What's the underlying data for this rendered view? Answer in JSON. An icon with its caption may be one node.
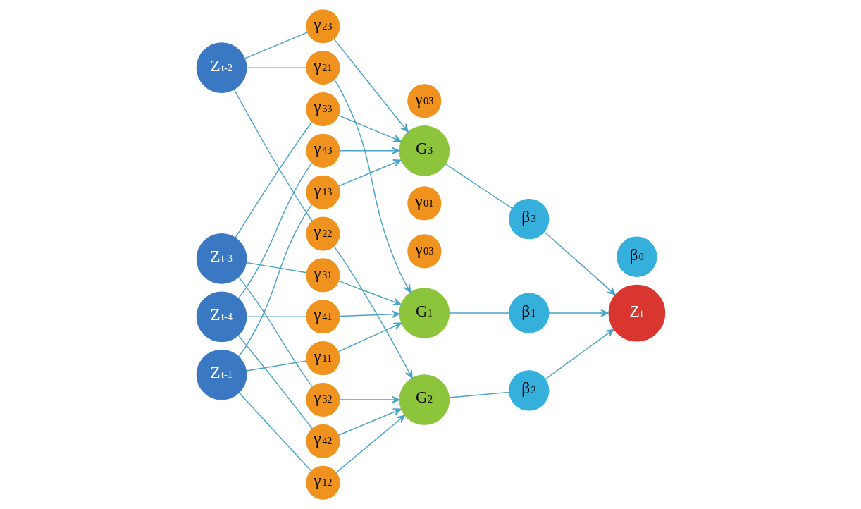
{
  "diagram": {
    "nodes": [
      {
        "text": [
          "Z$_{t-1}$"
        ]
      },
      {
        "text": [
          "Z$_{t-2}$"
        ]
      },
      {
        "text": [
          "Z$_{t-3}$"
        ]
      },
      {
        "text": [
          "Z$_{t-4}$"
        ]
      },
      {
        "text": [
          "γ$_{11}$"
        ]
      },
      {
        "text": [
          "γ$_{12}$"
        ]
      },
      {
        "text": [
          "γ$_{13}$"
        ]
      },
      {
        "text": [
          "γ$_{21}$"
        ]
      },
      {
        "text": [
          "γ$_{22}$"
        ]
      },
      {
        "text": [
          "γ$_{23}$"
        ]
      },
      {
        "text": [
          "γ$_{31}$"
        ]
      },
      {
        "text": [
          "γ$_{32}$"
        ]
      },
      {
        "text": [
          "γ$_{33}$"
        ]
      },
      {
        "text": [
          "γ$_{41}$"
        ]
      },
      {
        "text": [
          "γ$_{42}$"
        ]
      },
      {
        "text": [
          "γ$_{43}$"
        ]
      },
      {
        "text": [
          "γ$_{01}$"
        ]
      },
      {
        "text": [
          "γ$_{03}$"
        ]
      },
      {
        "text": [
          "γ$_{03}$"
        ]
      },
      {
        "text": [
          "G$_{1}$"
        ]
      },
      {
        "text": [
          "G$_{2}$"
        ]
      },
      {
        "text": [
          "G$_{3}$"
        ]
      },
      {
        "text": [
          "β$_{1}$"
        ]
      },
      {
        "text": [
          "β$_{2}$"
        ]
      },
      {
        "text": [
          "β$_{3}$"
        ]
      },
      {
        "text": [
          "β$_{0}$"
        ]
      },
      {
        "text": [
          "Z$_{t}$"
        ]
      }
    ],
    "edges": [
      {
        "from": 0,
        "to": 4,
        "arrow": "none"
      },
      {
        "from": 4,
        "to": 19,
        "arrow": "to"
      },
      {
        "from": 0,
        "to": 5,
        "arrow": "none"
      },
      {
        "from": 5,
        "to": 20,
        "arrow": "to"
      },
      {
        "from": 0,
        "to": 6,
        "arrow": "none"
      },
      {
        "from": 6,
        "to": 21,
        "arrow": "to"
      },
      {
        "from": 1,
        "to": 7,
        "arrow": "none"
      },
      {
        "from": 7,
        "to": 19,
        "arrow": "to"
      },
      {
        "from": 1,
        "to": 8,
        "arrow": "none"
      },
      {
        "from": 8,
        "to": 20,
        "arrow": "to"
      },
      {
        "from": 1,
        "to": 9,
        "arrow": "none"
      },
      {
        "from": 9,
        "to": 21,
        "arrow": "to"
      },
      {
        "from": 2,
        "to": 10,
        "arrow": "none"
      },
      {
        "from": 10,
        "to": 19,
        "arrow": "to"
      },
      {
        "from": 2,
        "to": 11,
        "arrow": "none"
      },
      {
        "from": 11,
        "to": 20,
        "arrow": "to"
      },
      {
        "from": 2,
        "to": 12,
        "arrow": "none"
      },
      {
        "from": 12,
        "to": 21,
        "arrow": "to"
      },
      {
        "from": 3,
        "to": 13,
        "arrow": "none"
      },
      {
        "from": 13,
        "to": 19,
        "arrow": "to"
      },
      {
        "from": 3,
        "to": 14,
        "arrow": "none"
      },
      {
        "from": 14,
        "to": 20,
        "arrow": "to"
      },
      {
        "from": 3,
        "to": 15,
        "arrow": "none"
      },
      {
        "from": 15,
        "to": 21,
        "arrow": "to"
      },
      {
        "from": 19,
        "to": 22,
        "arrow": "none"
      },
      {
        "from": 22,
        "to": 26,
        "arrow": "to"
      },
      {
        "from": 20,
        "to": 23,
        "arrow": "none"
      },
      {
        "from": 23,
        "to": 26,
        "arrow": "to"
      },
      {
        "from": 21,
        "to": 24,
        "arrow": "none"
      },
      {
        "from": 24,
        "to": 26,
        "arrow": "to"
      }
    ]
  }
}
